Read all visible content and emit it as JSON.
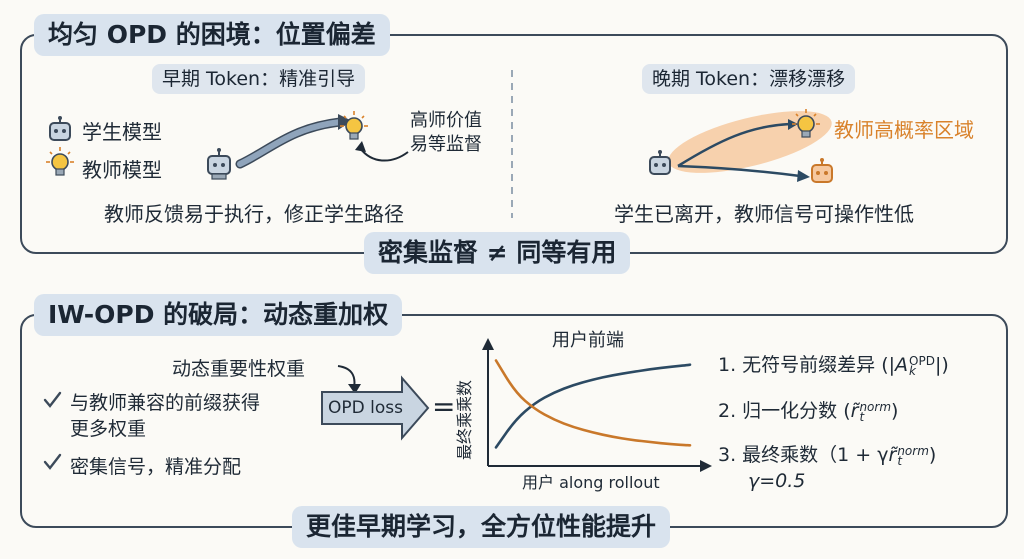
{
  "top": {
    "title": "均匀 OPD 的困境：位置偏差",
    "early": {
      "heading": "早期 Token：精准引导",
      "legend_student": "学生模型",
      "legend_teacher": "教师模型",
      "annotation_line1": "高师价值",
      "annotation_line2": "易等监督",
      "caption": "教师反馈易于执行，修正学生路径"
    },
    "late": {
      "heading": "晚期 Token：漂移漂移",
      "region_label": "教师高概率区域",
      "caption": "学生已离开，教师信号可操作性低"
    },
    "footer": "密集监督 ≠ 同等有用"
  },
  "bottom": {
    "title": "IW-OPD 的破局：动态重加权",
    "weight_label": "动态重要性权重",
    "check_1_line1": "与教师兼容的前缀获得",
    "check_1_line2": "更多权重",
    "check_2": "密集信号，精准分配",
    "loss_label": "OPD loss",
    "equals": "=",
    "steps": [
      {
        "prefix": "1. 无符号前缀差异 (",
        "math": "|A",
        "sub": "k",
        "sup": "OPD",
        "tail": "|)"
      },
      {
        "prefix": "2. 归一化分数 (",
        "math": "r̃",
        "sub": "t",
        "sup": "norm",
        "tail": ")"
      },
      {
        "prefix": "3. 最终乘数（1 + γ",
        "math": "r̃",
        "sub": "t",
        "sup": "norm",
        "tail": ")"
      }
    ],
    "gamma": "γ=0.5",
    "footer": "更佳早期学习，全方位性能提升"
  },
  "chart_data": {
    "type": "line",
    "title": "用户前端",
    "xlabel": "用户  along rollout",
    "ylabel": "最终乘乘数",
    "x": [
      0,
      1,
      2,
      3,
      4,
      5,
      6,
      7,
      8,
      9,
      10
    ],
    "series": [
      {
        "values": [
          0.1,
          0.36,
          0.52,
          0.62,
          0.69,
          0.74,
          0.78,
          0.81,
          0.84,
          0.86,
          0.88
        ]
      },
      {
        "values": [
          0.92,
          0.62,
          0.46,
          0.36,
          0.29,
          0.24,
          0.2,
          0.17,
          0.15,
          0.13,
          0.12
        ]
      }
    ],
    "ylim": [
      0,
      1
    ],
    "grid": false,
    "colors": {
      "increasing": "#2c4a63",
      "decreasing": "#c9782a"
    }
  },
  "colors": {
    "frame": "#3c4a5a",
    "banner": "#d9e3ee",
    "accent_orange": "#d9822b",
    "arrow_blue": "#8fa4bb",
    "region": "#f6c9a0"
  }
}
